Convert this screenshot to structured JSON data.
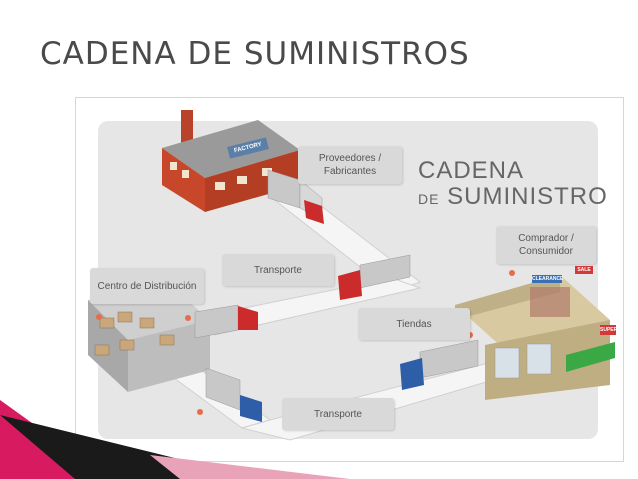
{
  "slide_title": "CADENA DE SUMINISTROS",
  "brand": {
    "line1": "CADENA",
    "line2_prefix": "DE",
    "line2_main": "SUMINISTRO"
  },
  "labels": {
    "proveedores": "Proveedores / Fabricantes",
    "transporte_top": "Transporte",
    "centro": "Centro de Distribución",
    "comprador": "Comprador / Consumidor",
    "tiendas": "Tiendas",
    "transporte_bottom": "Transporte"
  },
  "signs": {
    "factory": "FACTORY",
    "clearance": "CLEARANCE",
    "sale": "SALE",
    "super": "SUPER"
  },
  "colors": {
    "brick": "#c8472a",
    "truck_red": "#cc2b2b",
    "truck_blue": "#2e5ea8",
    "road": "#f4f4f4",
    "accent_pink": "#d81b60",
    "shop_green": "#3aa845"
  }
}
